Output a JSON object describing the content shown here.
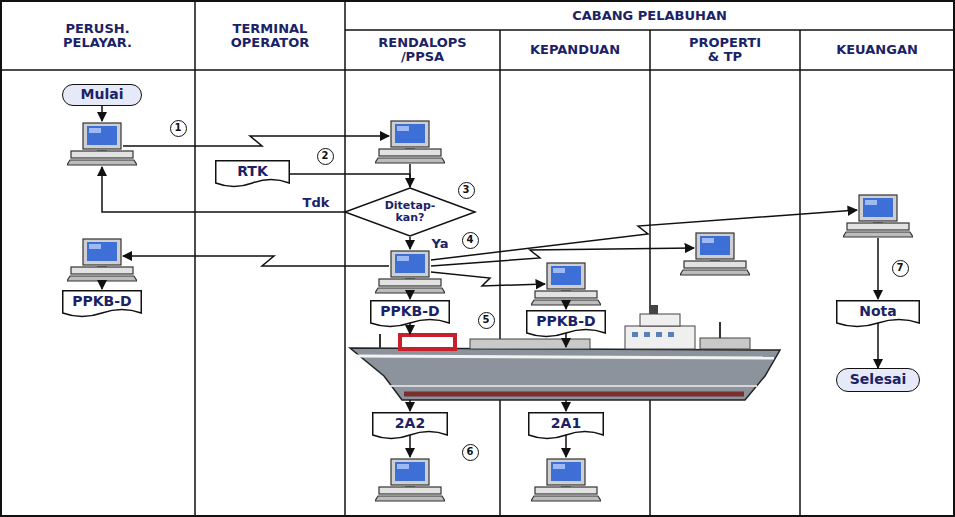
{
  "diagram": {
    "nodes": [
      {
        "text": [
          "PERUSH. PELAYAR."
        ]
      },
      {
        "text": [
          "TERMINAL OPERATOR"
        ]
      },
      {
        "text": [
          "CABANG PELABUHAN"
        ]
      },
      {
        "text": [
          "RENDALOPS /PPSA"
        ]
      },
      {
        "text": [
          "KEPANDUAN"
        ]
      },
      {
        "text": [
          "PROPERTI & TP"
        ]
      },
      {
        "text": [
          "KEUANGAN"
        ]
      },
      {
        "text": [
          "Mulai"
        ]
      },
      {
        "text": [
          "RTK"
        ]
      },
      {
        "text": [
          "Ditetap- kan?"
        ]
      },
      {
        "text": [
          "PPKB-D"
        ]
      },
      {
        "text": [
          "PPKB-D"
        ]
      },
      {
        "text": [
          "PPKB-D"
        ]
      },
      {
        "text": [
          "Nota"
        ]
      },
      {
        "text": [
          "2A2"
        ]
      },
      {
        "text": [
          "2A1"
        ]
      },
      {
        "text": [
          "Selesai"
        ]
      }
    ],
    "edges": [
      {
        "from": 8,
        "to": 9,
        "arrow": "to"
      },
      {
        "from": 13,
        "to": 16,
        "arrow": "to"
      }
    ],
    "labels": [
      "1",
      "2",
      "Tdk",
      "3",
      "Ya",
      "4",
      "5",
      "6",
      "7"
    ]
  }
}
